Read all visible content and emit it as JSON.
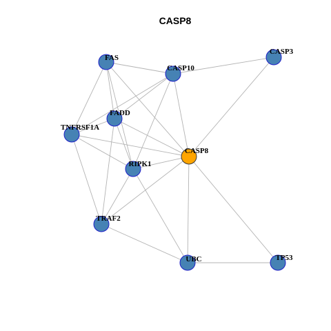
{
  "title": "CASP8",
  "colors": {
    "node_default_fill": "#4682b4",
    "node_default_stroke": "#1f1fc8",
    "node_focus_fill": "#ffa500",
    "node_focus_stroke": "#3a3a3a",
    "edge": "#b3b3b3"
  },
  "network": {
    "focus": "CASP8",
    "nodes": [
      {
        "id": "FAS",
        "label": "FAS"
      },
      {
        "id": "CASP10",
        "label": "CASP10"
      },
      {
        "id": "CASP3",
        "label": "CASP3"
      },
      {
        "id": "FADD",
        "label": "FADD"
      },
      {
        "id": "TNFRSF1A",
        "label": "TNFRSF1A"
      },
      {
        "id": "CASP8",
        "label": "CASP8"
      },
      {
        "id": "RIPK1",
        "label": "RIPK1"
      },
      {
        "id": "TRAF2",
        "label": "TRAF2"
      },
      {
        "id": "UBC",
        "label": "UBC"
      },
      {
        "id": "TP53",
        "label": "TP53"
      }
    ],
    "edges": [
      [
        "FAS",
        "CASP10"
      ],
      [
        "FAS",
        "FADD"
      ],
      [
        "FAS",
        "TNFRSF1A"
      ],
      [
        "FAS",
        "RIPK1"
      ],
      [
        "FAS",
        "CASP8"
      ],
      [
        "CASP10",
        "CASP3"
      ],
      [
        "CASP10",
        "FADD"
      ],
      [
        "CASP10",
        "TNFRSF1A"
      ],
      [
        "CASP10",
        "RIPK1"
      ],
      [
        "CASP10",
        "CASP8"
      ],
      [
        "CASP3",
        "CASP8"
      ],
      [
        "FADD",
        "TNFRSF1A"
      ],
      [
        "FADD",
        "RIPK1"
      ],
      [
        "FADD",
        "CASP8"
      ],
      [
        "FADD",
        "TRAF2"
      ],
      [
        "TNFRSF1A",
        "RIPK1"
      ],
      [
        "TNFRSF1A",
        "CASP8"
      ],
      [
        "TNFRSF1A",
        "TRAF2"
      ],
      [
        "RIPK1",
        "CASP8"
      ],
      [
        "RIPK1",
        "TRAF2"
      ],
      [
        "RIPK1",
        "UBC"
      ],
      [
        "CASP8",
        "TRAF2"
      ],
      [
        "CASP8",
        "UBC"
      ],
      [
        "CASP8",
        "TP53"
      ],
      [
        "TRAF2",
        "UBC"
      ],
      [
        "UBC",
        "TP53"
      ]
    ]
  }
}
